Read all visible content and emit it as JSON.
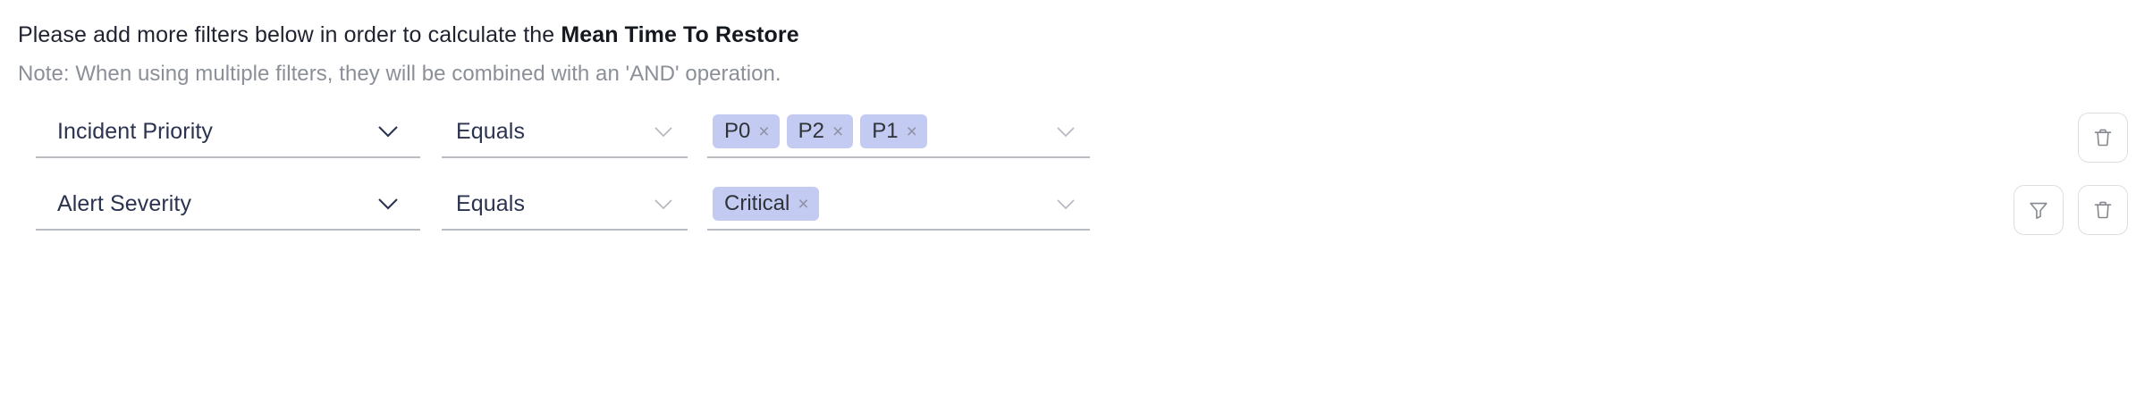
{
  "header": {
    "title_prefix": "Please add more filters below in order to calculate the ",
    "title_metric": "Mean Time To Restore",
    "note": "Note: When using multiple filters, they will be combined with an 'AND' operation."
  },
  "colors": {
    "chip_background": "#c3cbf2",
    "chip_text": "#2f3338",
    "field_text": "#2b3350",
    "note_text": "#8b8f97",
    "underline": "#b9bcc2",
    "icon_stroke": "#85898f",
    "button_border": "#dcdee2"
  },
  "icons": {
    "chevron_down": "chevron-down-icon",
    "trash": "trash-icon",
    "filter": "funnel-filter-icon",
    "chip_remove": "close-icon",
    "chip_remove_glyph": "×"
  },
  "filters": [
    {
      "attribute": "Incident Priority",
      "operator": "Equals",
      "values": [
        "P0",
        "P2",
        "P1"
      ],
      "actions": [
        "trash"
      ]
    },
    {
      "attribute": "Alert Severity",
      "operator": "Equals",
      "values": [
        "Critical"
      ],
      "actions": [
        "filter",
        "trash"
      ]
    }
  ]
}
